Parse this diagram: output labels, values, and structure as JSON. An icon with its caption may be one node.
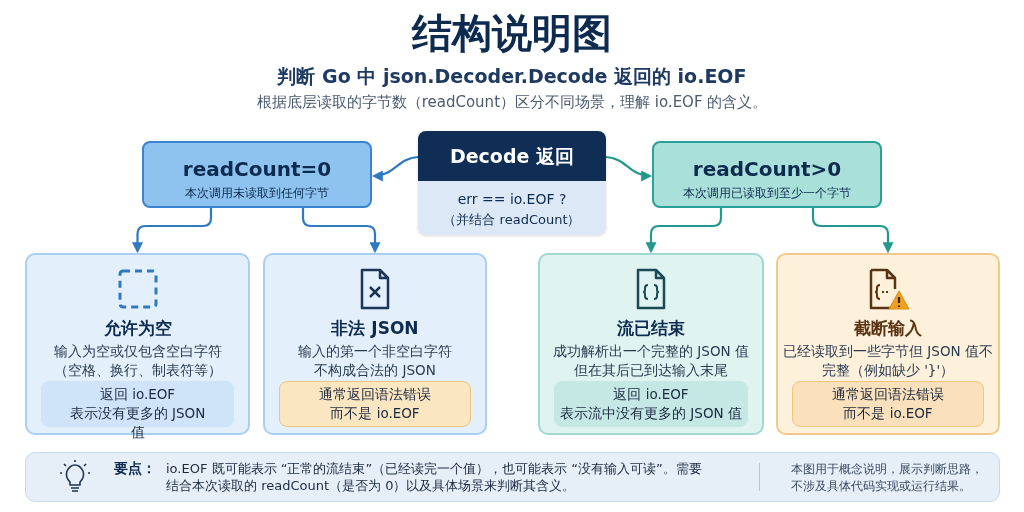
{
  "diagram": {
    "title": "结构说明图",
    "labels": [
      "判断 Go 中 json.Decoder.Decode 返回的 io.EOF",
      "根据底层读取的字节数（readCount）区分不同场景，理解 io.EOF 的含义。"
    ],
    "nodes": [
      {
        "text": [
          "Decode 返回",
          "err == io.EOF ?",
          "（并结合 readCount）"
        ]
      },
      {
        "text": [
          "readCount=0",
          "本次调用未读取到任何字节"
        ]
      },
      {
        "text": [
          "readCount>0",
          "本次调用已读取到至少一个字节"
        ]
      },
      {
        "text": [
          "允许为空",
          "输入为空或仅包含空白字符（空格、换行、制表符等）"
        ]
      },
      {
        "text": [
          "返回 io.EOF 表示没有更多的 JSON 值"
        ],
        "in": 3
      },
      {
        "text": [
          "非法 JSON",
          "输入的第一个非空白字符不构成合法的 JSON"
        ]
      },
      {
        "text": [
          "通常返回语法错误而不是 io.EOF"
        ],
        "in": 5
      },
      {
        "text": [
          "流已结束",
          "成功解析出一个完整的 JSON 值但在其后已到达输入末尾"
        ]
      },
      {
        "text": [
          "返回 io.EOF 表示流中没有更多的 JSON 值"
        ],
        "in": 7
      },
      {
        "text": [
          "截断输入",
          "已经读取到一些字节但 JSON 值不完整（例如缺少 '}'）"
        ]
      },
      {
        "text": [
          "通常返回语法错误而不是 io.EOF"
        ],
        "in": 9
      },
      {
        "text": [
          "要点：",
          "io.EOF 既可能表示 “正常的流结束”（已经读完一个值），也可能表示 “没有输入可读”。需要结合本次读取的 readCount（是否为 0）以及具体场景来判断其含义。",
          "本图用于概念说明，展示判断思路，不涉及具体代码实现或运行结果。"
        ]
      }
    ],
    "edges": [
      {
        "from": 0,
        "to": 1,
        "arrow": "to"
      },
      {
        "from": 0,
        "to": 2,
        "arrow": "to",
        "color": "#22998c"
      },
      {
        "from": 1,
        "to": 3,
        "arrow": "to"
      },
      {
        "from": 1,
        "to": 5,
        "arrow": "to"
      },
      {
        "from": 2,
        "to": 7,
        "arrow": "to",
        "color": "#22998c"
      },
      {
        "from": 2,
        "to": 9,
        "arrow": "to",
        "color": "#22998c"
      }
    ]
  }
}
